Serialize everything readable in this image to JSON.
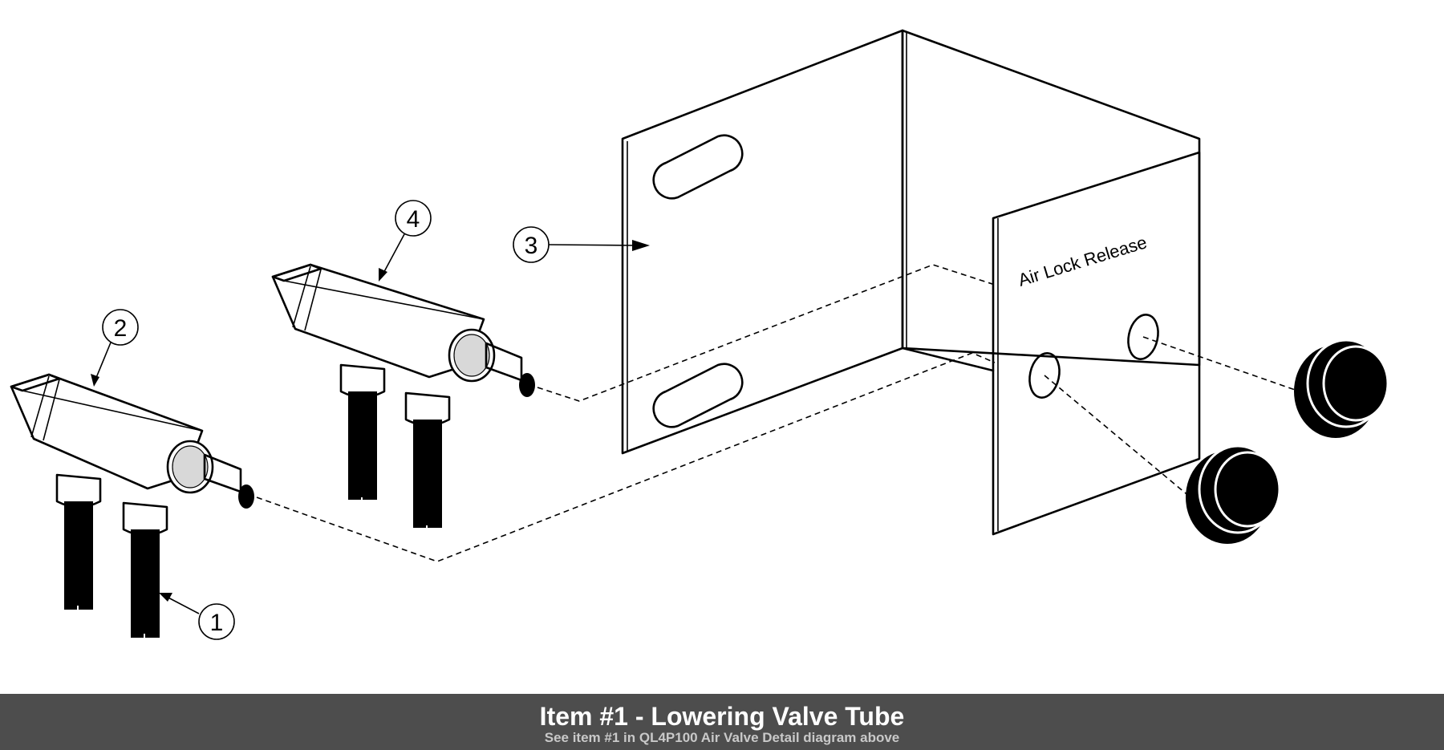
{
  "callouts": {
    "item_1": "1",
    "item_2": "2",
    "item_3": "3",
    "item_4": "4"
  },
  "panel_label": "Air Lock Release",
  "caption": {
    "title": "Item #1 - Lowering Valve Tube",
    "subtitle": "See item #1 in QL4P100 Air Valve Detail diagram above"
  },
  "colors": {
    "caption_background": "#4d4d4d",
    "caption_title": "#ffffff",
    "caption_subtitle": "#c9c9c9"
  }
}
